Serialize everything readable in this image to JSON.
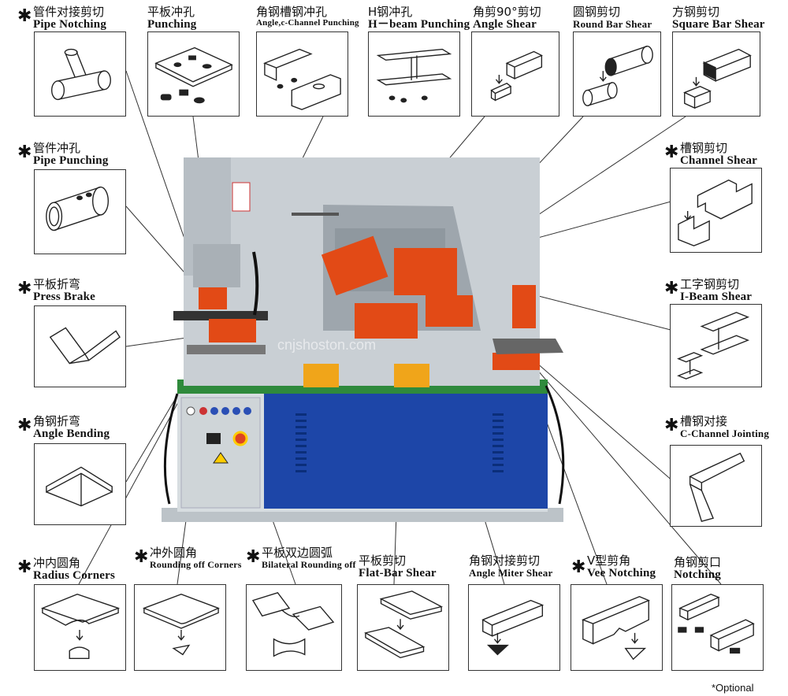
{
  "items": [
    {
      "key": "pipe_notching",
      "cn": "管件对接剪切",
      "en": "Pipe Notching",
      "optional": true
    },
    {
      "key": "punching",
      "cn": "平板冲孔",
      "en": "Punching",
      "optional": false
    },
    {
      "key": "angle_channel_punching",
      "cn": "角钢槽钢冲孔",
      "en": "Angle,c-Channel Punching",
      "optional": false
    },
    {
      "key": "h_beam_punching",
      "cn": "H钢冲孔",
      "en": "H－beam Punching",
      "optional": false
    },
    {
      "key": "angle_shear",
      "cn": "角剪90°剪切",
      "en": "Angle Shear",
      "optional": false
    },
    {
      "key": "round_bar_shear",
      "cn": "圆钢剪切",
      "en": "Round Bar Shear",
      "optional": false
    },
    {
      "key": "square_bar_shear",
      "cn": "方钢剪切",
      "en": "Square Bar Shear",
      "optional": false
    },
    {
      "key": "pipe_punching",
      "cn": "管件冲孔",
      "en": "Pipe Punching",
      "optional": true
    },
    {
      "key": "channel_shear",
      "cn": "槽钢剪切",
      "en": "Channel Shear",
      "optional": true
    },
    {
      "key": "press_brake",
      "cn": "平板折弯",
      "en": "Press Brake",
      "optional": true
    },
    {
      "key": "i_beam_shear",
      "cn": "工字钢剪切",
      "en": "I-Beam Shear",
      "optional": true
    },
    {
      "key": "angle_bending",
      "cn": "角钢折弯",
      "en": "Angle Bending",
      "optional": true
    },
    {
      "key": "c_channel_jointing",
      "cn": "槽钢对接",
      "en": "C-Channel Jointing",
      "optional": true
    },
    {
      "key": "radius_corners",
      "cn": "冲内圆角",
      "en": "Radius Corners",
      "optional": true
    },
    {
      "key": "rounding_off_corners",
      "cn": "冲外圆角",
      "en": "Rounding off Corners",
      "optional": true
    },
    {
      "key": "bilateral_rounding_off",
      "cn": "平板双边圆弧",
      "en": "Bilateral Rounding off",
      "optional": true
    },
    {
      "key": "flat_bar_shear",
      "cn": "平板剪切",
      "en": "Flat-Bar Shear",
      "optional": false
    },
    {
      "key": "angle_miter_shear",
      "cn": "角钢对接剪切",
      "en": "Angle Miter Shear",
      "optional": false
    },
    {
      "key": "vee_notching",
      "cn": "V型剪角",
      "en": "Vee Notching",
      "optional": true
    },
    {
      "key": "notching",
      "cn": "角钢剪口",
      "en": "Notching",
      "optional": false
    }
  ],
  "optional_star": "✱",
  "watermark": "cnjshoston.com",
  "footnote": "*Optional"
}
